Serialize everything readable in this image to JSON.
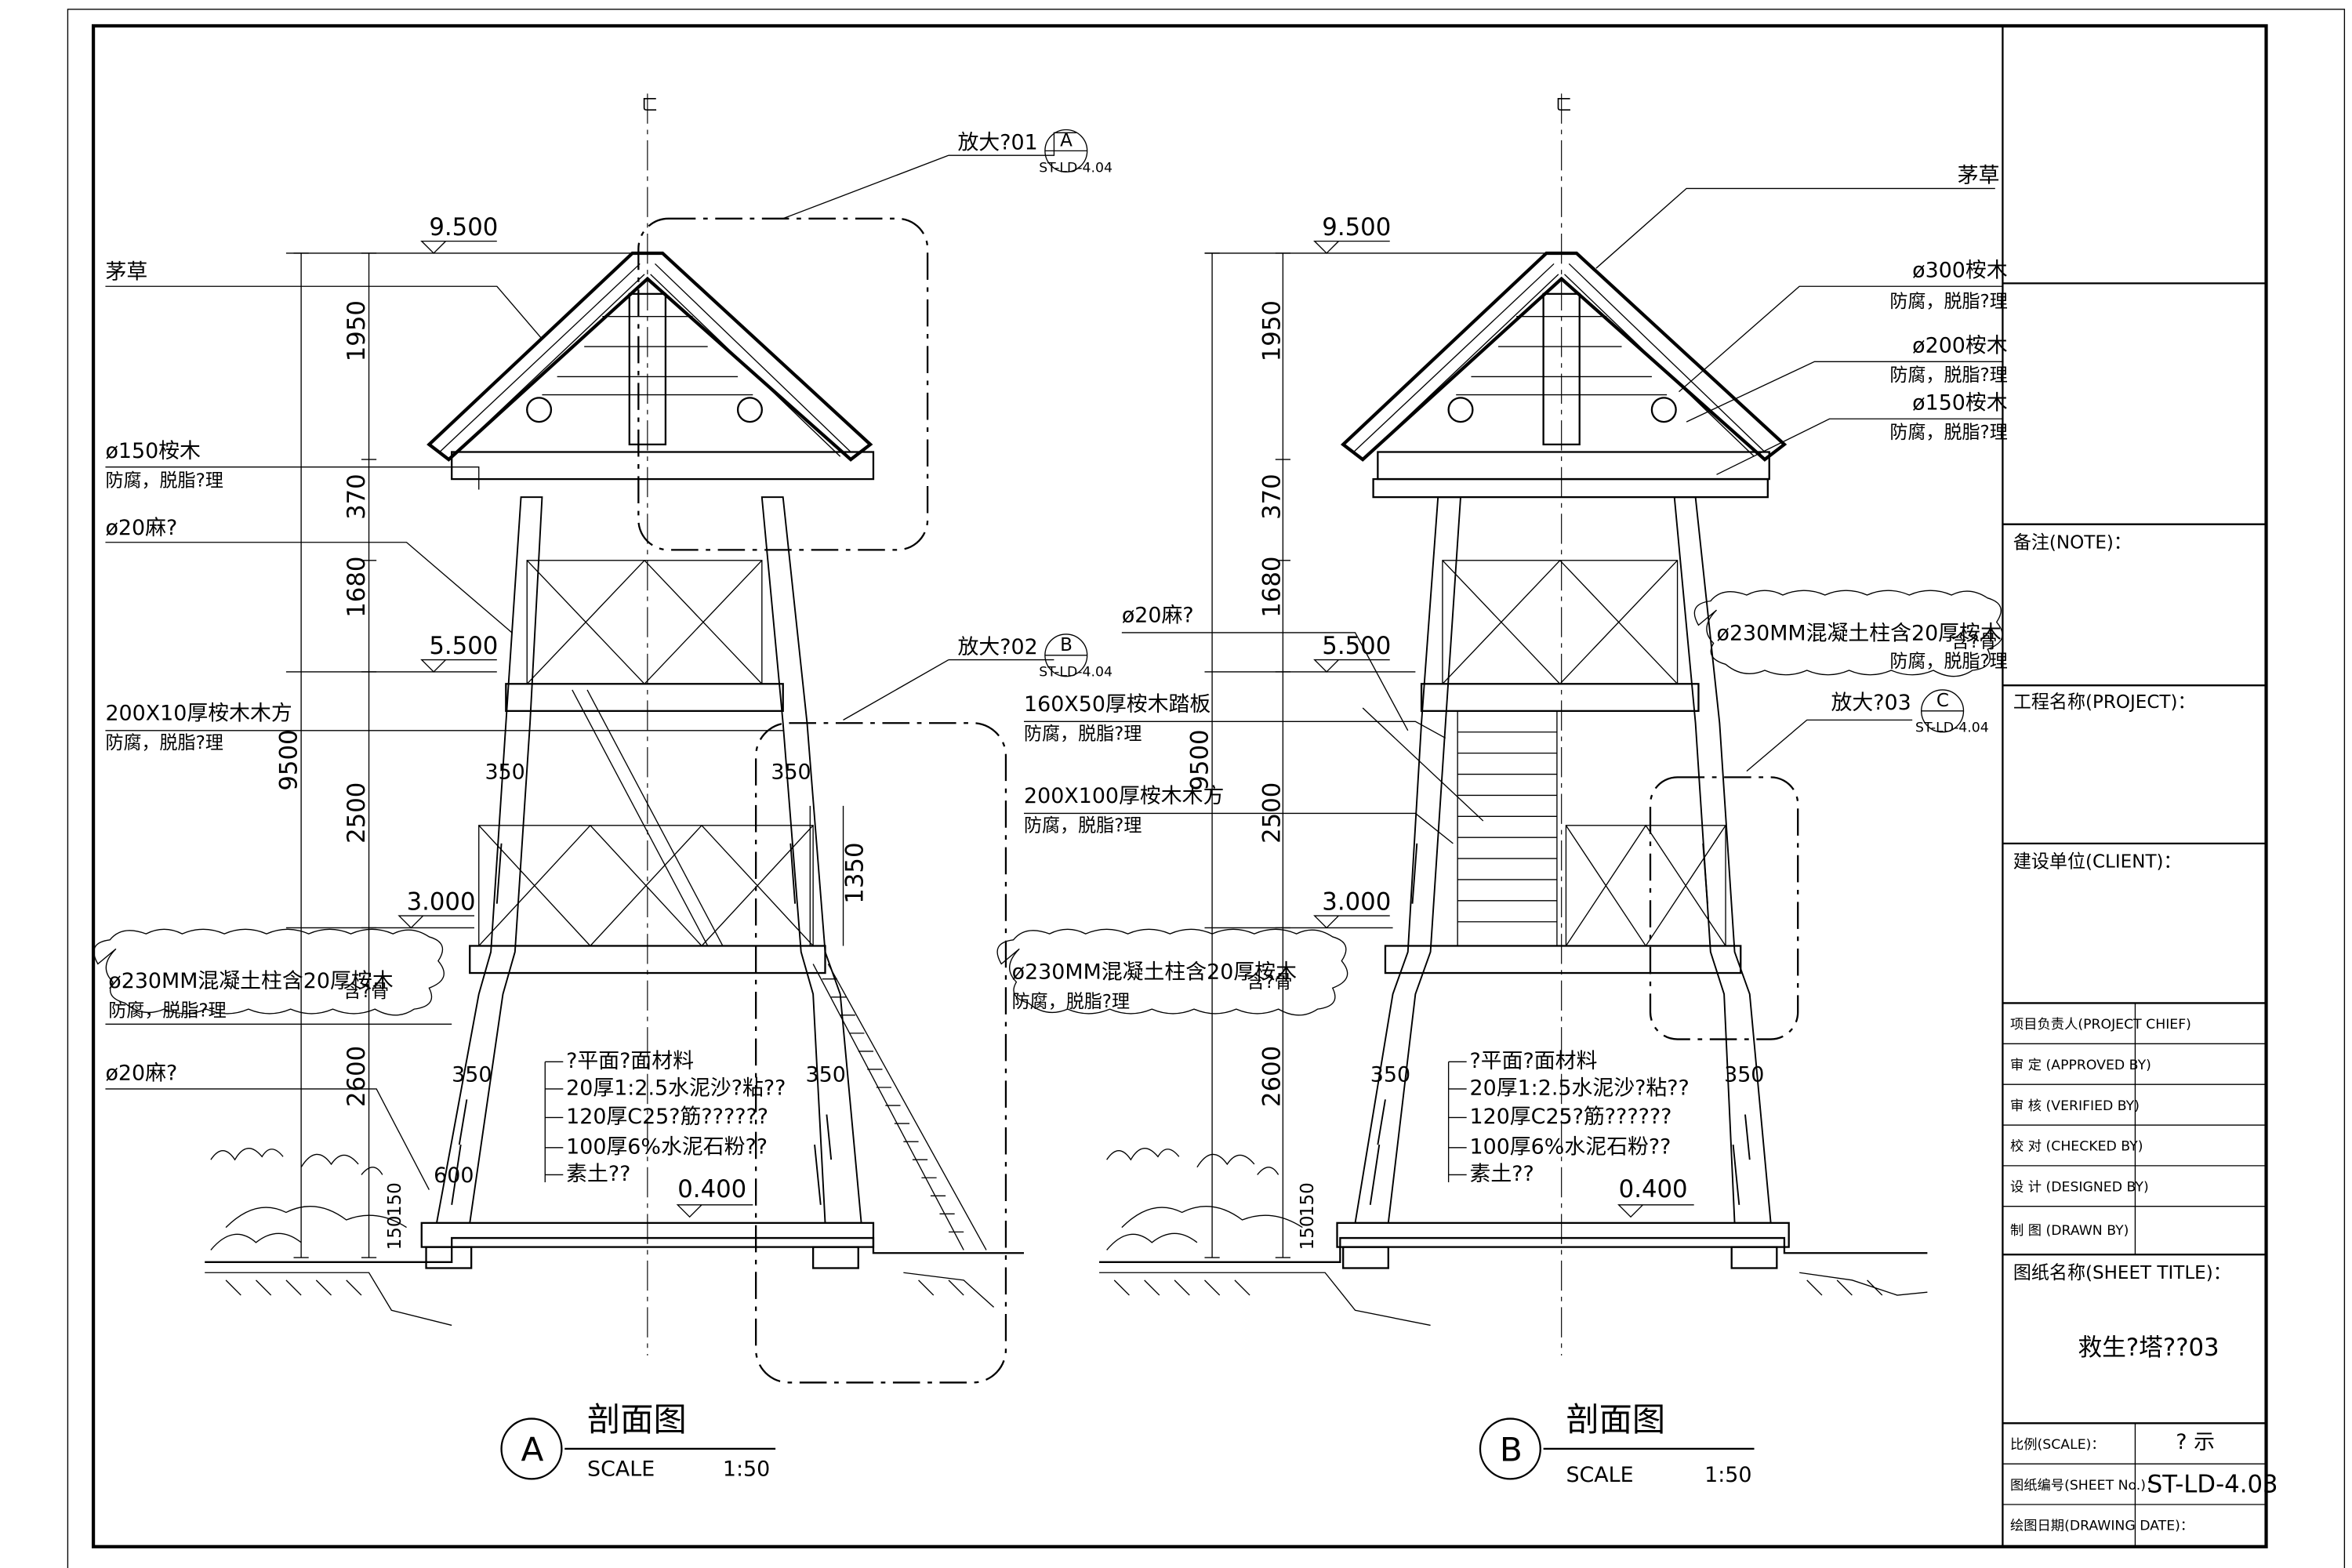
{
  "section_a": {
    "title": "剖面图",
    "marker": "A",
    "scale_label": "SCALE",
    "scale_value": "1:50",
    "levels": [
      "9.500",
      "5.500",
      "3.000",
      "0.400"
    ],
    "dims": [
      "1950",
      "370",
      "1680",
      "2500",
      "2600",
      "9500",
      "1350",
      "350",
      "350",
      "350",
      "350",
      "600",
      "150",
      "150"
    ],
    "labels": {
      "thatch": "茅草",
      "log150": "ø150桉木",
      "treat1": "防腐，脱脂?理",
      "rope1": "ø20麻?",
      "beam200": "200X10厚桉木木方",
      "treat2": "防腐，脱脂?理",
      "col230": "ø230MM混凝土柱含20厚桉木",
      "col230_tail": "含?骨",
      "treat3": "防腐，脱脂?理",
      "rope2": "ø20麻?",
      "detail01": "放大?01",
      "detail01_code": "ST-LD-4.04",
      "detail01_mark": "A",
      "detail02": "放大?02",
      "detail02_code": "ST-LD-4.04",
      "detail02_mark": "B",
      "board160": "160X50厚桉木踏板",
      "treat4": "防腐，脱脂?理",
      "beam200b": "200X100厚桉木木方",
      "treat5": "防腐，脱脂?理",
      "col230b": "ø230MM混凝土柱含20厚桉木",
      "col230b_tail": "含?骨",
      "treat6": "防腐，脱脂?理"
    },
    "materials": [
      "?平面?面材料",
      "20厚1:2.5水泥沙?粘??",
      "120厚C25?筋??????",
      "100厚6%水泥石粉??",
      "素土??"
    ]
  },
  "section_b": {
    "title": "剖面图",
    "marker": "B",
    "scale_label": "SCALE",
    "scale_value": "1:50",
    "levels": [
      "9.500",
      "5.500",
      "3.000",
      "0.400"
    ],
    "dims": [
      "1950",
      "370",
      "1680",
      "2500",
      "2600",
      "9500",
      "350",
      "350",
      "150",
      "150"
    ],
    "labels": {
      "thatch": "茅草",
      "log300": "ø300桉木",
      "treat1": "防腐，脱脂?理",
      "log200": "ø200桉木",
      "treat2": "防腐，脱脂?理",
      "log150": "ø150桉木",
      "treat3": "防腐，脱脂?理",
      "rope": "ø20麻?",
      "col230": "ø230MM混凝土柱含20厚桉木",
      "col230_tail": "含?骨",
      "treat4": "防腐，脱脂?理",
      "detail03": "放大?03",
      "detail03_code": "ST-LD-4.04",
      "detail03_mark": "C"
    },
    "materials": [
      "?平面?面材料",
      "20厚1:2.5水泥沙?粘??",
      "120厚C25?筋??????",
      "100厚6%水泥石粉??",
      "素土??"
    ]
  },
  "title_block": {
    "note": "备注(NOTE)：",
    "project": "工程名称(PROJECT)：",
    "client": "建设单位(CLIENT)：",
    "project_chief": "项目负责人(PROJECT CHIEF)",
    "approved": "审 定 (APPROVED BY)",
    "verified": "审 核 (VERIFIED BY)",
    "checked": "校 对 (CHECKED BY)",
    "designed": "设 计 (DESIGNED BY)",
    "drawn": "制 图 (DRAWN BY)",
    "sheet_title_label": "图纸名称(SHEET TITLE)：",
    "sheet_title": "救生?塔??03",
    "scale_label": "比例(SCALE)：",
    "scale_value": "? 示",
    "sheet_no_label": "图纸编号(SHEET No.)：",
    "sheet_no": "ST-LD-4.03",
    "date_label": "绘图日期(DRAWING DATE)："
  }
}
